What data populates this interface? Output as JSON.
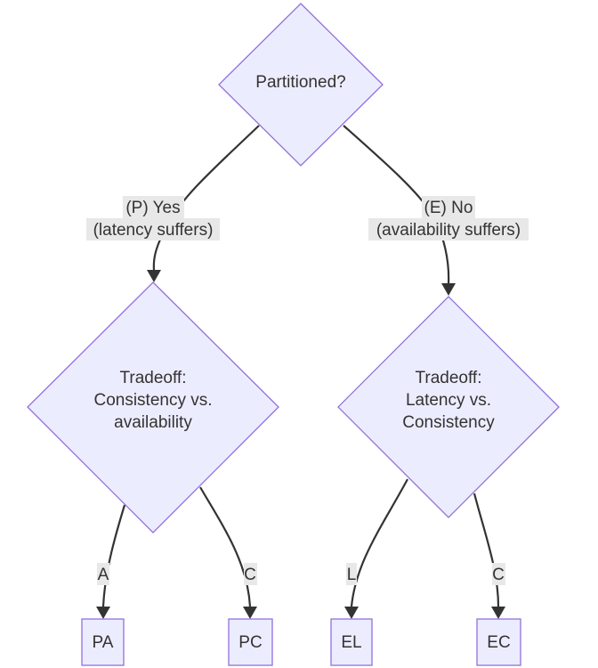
{
  "diagram": {
    "type": "flowchart",
    "colors": {
      "node_fill": "#ececff",
      "node_stroke": "#9370db",
      "edge": "#333333",
      "label_bg": "#e8e8e8",
      "text": "#333333"
    },
    "nodes": {
      "root": {
        "shape": "diamond",
        "lines": [
          "Partitioned?"
        ]
      },
      "left_tradeoff": {
        "shape": "diamond",
        "lines": [
          "Tradeoff:",
          "Consistency vs.",
          "availability"
        ]
      },
      "right_tradeoff": {
        "shape": "diamond",
        "lines": [
          "Tradeoff:",
          "Latency vs.",
          "Consistency"
        ]
      },
      "pa": {
        "shape": "rect",
        "lines": [
          "PA"
        ]
      },
      "pc": {
        "shape": "rect",
        "lines": [
          "PC"
        ]
      },
      "el": {
        "shape": "rect",
        "lines": [
          "EL"
        ]
      },
      "ec": {
        "shape": "rect",
        "lines": [
          "EC"
        ]
      }
    },
    "edges": [
      {
        "from": "root",
        "to": "left_tradeoff",
        "label": [
          "(P) Yes",
          "(latency suffers)"
        ]
      },
      {
        "from": "root",
        "to": "right_tradeoff",
        "label": [
          "(E) No",
          "(availability suffers)"
        ]
      },
      {
        "from": "left_tradeoff",
        "to": "pa",
        "label": [
          "A"
        ]
      },
      {
        "from": "left_tradeoff",
        "to": "pc",
        "label": [
          "C"
        ]
      },
      {
        "from": "right_tradeoff",
        "to": "el",
        "label": [
          "L"
        ]
      },
      {
        "from": "right_tradeoff",
        "to": "ec",
        "label": [
          "C"
        ]
      }
    ]
  }
}
